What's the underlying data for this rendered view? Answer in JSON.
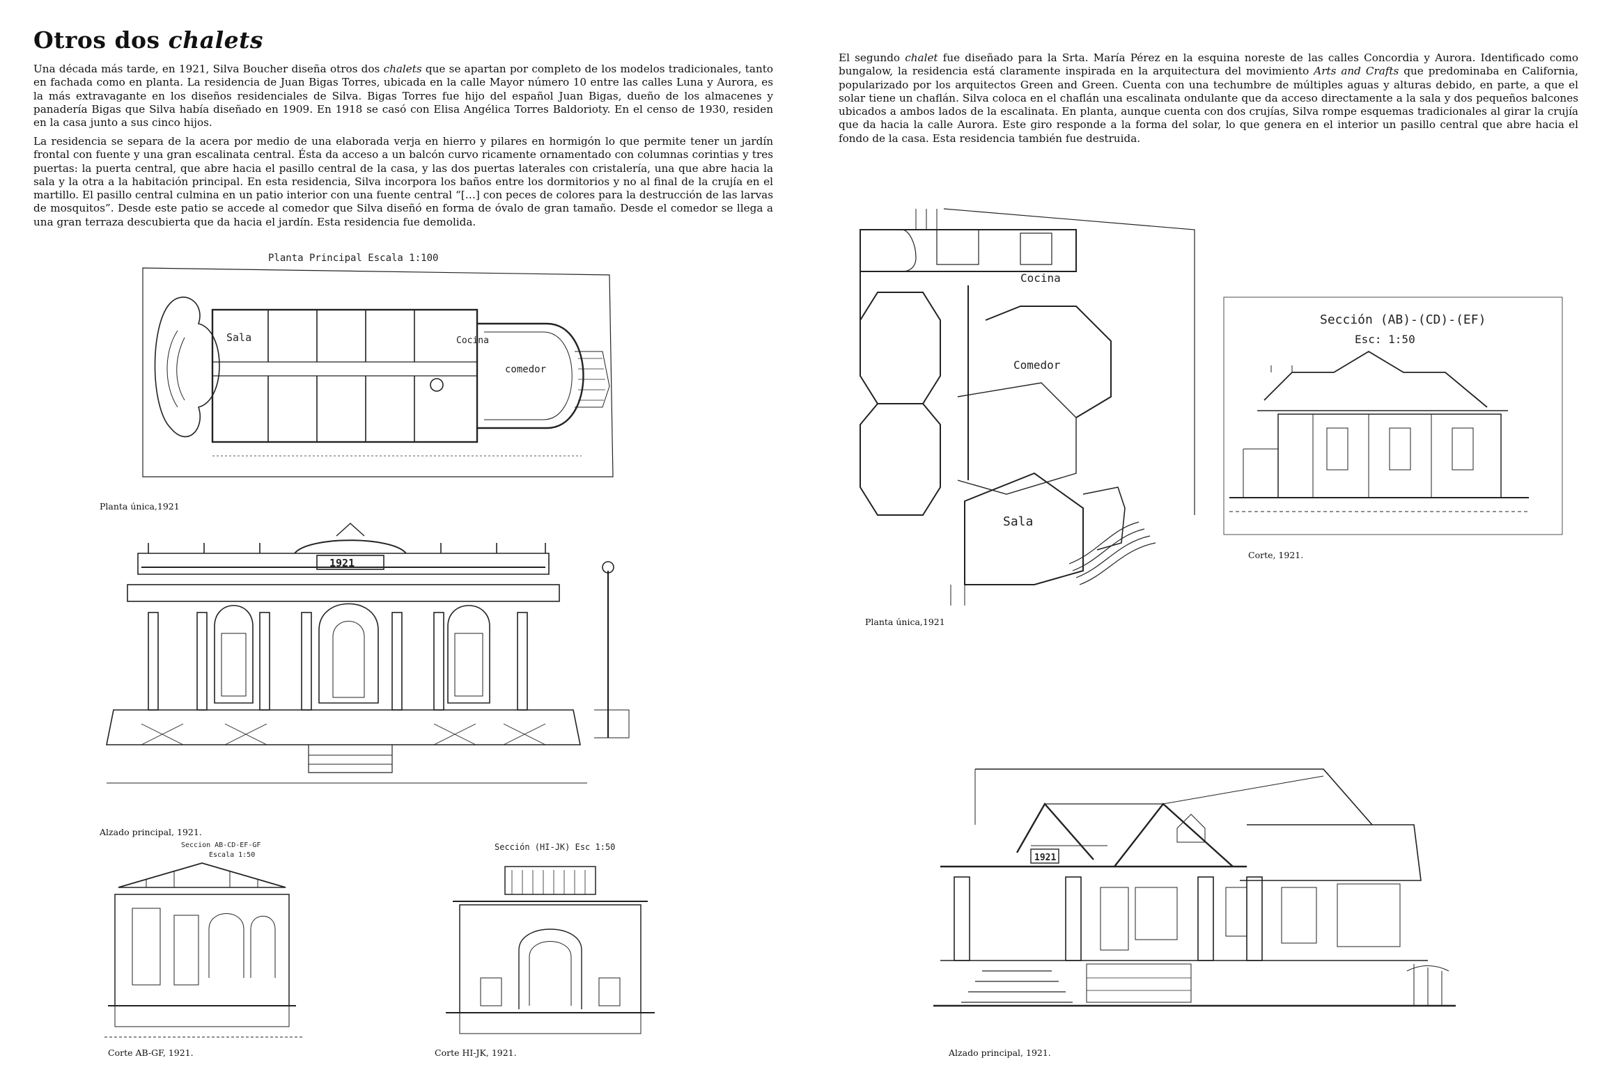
{
  "heading": {
    "pre": "Otros dos ",
    "em": "chalets"
  },
  "left_text": {
    "p1": [
      "Una década más tarde, en 1921, Silva Boucher diseña otros dos ",
      "chalets",
      " que se apartan por completo de los modelos tradicionales, tanto en fachada como en planta. La residencia de Juan Bigas Torres, ubicada en la calle Mayor número 10 entre las calles Luna y Aurora, es la más extravagante en los diseños residenciales de Silva. Bigas Torres fue hijo del español Juan Bigas, dueño de los almacenes y panadería Bigas que Silva había diseñado en 1909. En 1918 se casó con Elisa Angélica Torres Baldorioty. En el censo de 1930, residen en la casa junto a sus cinco hijos."
    ],
    "p2": "La residencia se separa de la acera por medio de una elaborada verja en hierro y pilares en hormigón lo que permite tener un jardín frontal con fuente y una gran escalinata central. Ésta da acceso a un balcón curvo ricamente ornamentado con columnas corintias y tres puertas: la puerta central, que abre hacia el pasillo central de la casa, y las dos puertas laterales con cristalería, una que abre hacia la sala y la otra a la habitación principal. En esta residencia, Silva incorpora los baños entre los dormitorios y no al final de la crujía en el martillo. El pasillo central culmina en un patio interior con una fuente central “[…] con peces de colores para la destrucción de las larvas de mosquitos”. Desde este patio se accede al comedor que Silva diseñó en forma de óvalo de gran tamaño. Desde el comedor se llega a una gran terraza descubierta que da hacia el jardín. Esta residencia fue demolida."
  },
  "right_text": {
    "p1": [
      "El segundo ",
      "chalet",
      " fue diseñado para la Srta. María Pérez en la esquina noreste de las calles Concordia y Aurora. Identificado como bungalow, la residencia está claramente inspirada en la arquitectura del movimiento ",
      "Arts and Crafts",
      " que predominaba en California, popularizado por los arquitectos Green and Green. Cuenta con una techumbre de múltiples aguas y alturas debido, en parte, a que el solar tiene un chaflán. Silva coloca en el chaflán una escalinata ondulante que da acceso directamente a la sala y dos pequeños balcones ubicados a ambos lados de la escalinata. En planta, aunque cuenta con dos crujías, Silva rompe esquemas tradicionales al girar la crujía que da hacia la calle Aurora.  Este giro responde a la forma del solar, lo que genera en el interior un pasillo central que abre hacia el fondo de la casa. Esta residencia también fue destruida."
    ]
  },
  "captions": {
    "plan_left": "Planta única,1921",
    "elev_left": "Alzado principal, 1921.",
    "section_ab": "Corte AB-GF, 1921.",
    "section_hi": "Corte HI-JK, 1921.",
    "plan_right": "Planta única,1921",
    "section_right": "Corte, 1921.",
    "elev_right": "Alzado principal, 1921."
  },
  "drawing_labels": {
    "plan_left_title": "Planta Principal  Escala 1:100",
    "plan_left_sala": "Sala",
    "plan_left_cocina": "Cocina",
    "plan_left_comedor": "comedor",
    "elev_left_year": "1921",
    "section_ab_title": "Seccion AB-CD-EF-GF",
    "section_ab_scale": "Escala 1:50",
    "section_hi_title": "Sección (HI-JK)  Esc 1:50",
    "plan_right_cocina": "Cocina",
    "plan_right_comedor": "Comedor",
    "plan_right_sala": "Sala",
    "section_right_title": "Sección (AB)-(CD)-(EF)",
    "section_right_scale": "Esc: 1:50",
    "elev_right_year": "1921"
  }
}
